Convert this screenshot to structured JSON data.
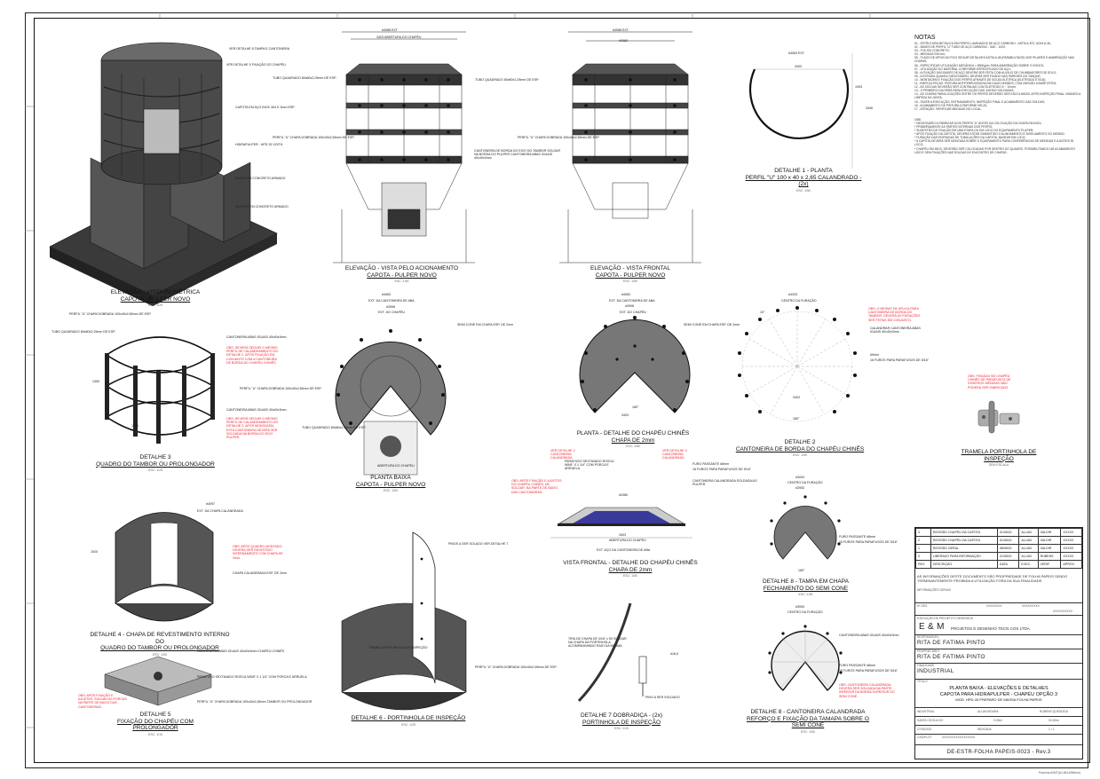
{
  "drawings": {
    "iso": {
      "title": "ELEVAÇÃO - VISTA ISOMÉTRICA",
      "subtitle": "CAPOTA - PULPER NOVO",
      "scale": "ESC: 1/25"
    },
    "elev_acion": {
      "title": "ELEVAÇÃO - VISTA PELO ACIONAMENTO",
      "subtitle": "CAPOTA - PULPER NOVO",
      "scale": "ESC: 1/50"
    },
    "elev_frontal": {
      "title": "ELEVAÇÃO - VISTA FRONTAL",
      "subtitle": "CAPOTA - PULPER NOVO",
      "scale": "ESC: 1/50"
    },
    "det1": {
      "title": "DETALHE 1 - PLANTA",
      "subtitle": "PERFIL \"U\" 100 x 40 x 2,65 CALANDRADO - (2x)",
      "scale": "ESC: 1/50"
    },
    "det3": {
      "title": "DETALHE 3",
      "subtitle": "QUADRO DO TAMBOR OU PROLONGADOR",
      "scale": "ESC: 1/25"
    },
    "planta_baixa": {
      "title": "PLANTA BAIXA",
      "subtitle": "CAPOTA - PULPER NOVO",
      "scale": "ESC: 1/50"
    },
    "planta_chapeu": {
      "title": "PLANTA - DETALHE DO CHAPÉU CHINÊS",
      "subtitle": "CHAPA DE 2mm",
      "scale": "ESC: 1/50"
    },
    "det2": {
      "title": "DETALHE 2",
      "subtitle": "CANTONEIRA DE BORDA DO CHAPÉU CHINÊS",
      "scale": "ESC: 1/50"
    },
    "tramela": {
      "title": "TRAMELA PORTINHOLA DE INSPEÇÃO",
      "scale": "SEM ESCALA"
    },
    "vista_frontal_chapeu": {
      "title": "VISTA FRONTAL - DETALHE DO CHAPÉU CHINÊS",
      "subtitle": "CHAPA DE 2mm",
      "scale": "ESC: 1/50"
    },
    "det4": {
      "title": "DETALHE 4 - CHAPA DE REVESTIMENTO INTERNO DO",
      "subtitle": "QUADRO DO TAMBOR OU PROLONGADOR",
      "scale": "ESC: 1/50"
    },
    "det5": {
      "title": "DETALHE 5",
      "subtitle": "FIXAÇÃO DO CHAPÉU COM PROLONGADOR",
      "scale": "ESC: 1/10"
    },
    "det6": {
      "title": "DETALHE 6 - PORTINHOLA DE INSPEÇÃO",
      "scale": "ESC: 1/25"
    },
    "det7": {
      "title": "DETALHE 7 DOBRADIÇA - (2x)",
      "subtitle": "PORTINHOLA DE INSPEÇÃO",
      "scale": "ESC: 1/10"
    },
    "det8_tampa": {
      "title": "DETALHE 8 - TAMPA EM CHAPA",
      "subtitle": "FECHAMENTO DO SEMI CONE",
      "scale": "ESC: 1/50"
    },
    "det8_cant": {
      "title": "DETALHE 8 - CANTONEIRA CALANDRADA",
      "subtitle": "REFORÇO E FIXAÇÃO DA TAMAPA SOBRE O SEMI CONE",
      "scale": "ESC: 1/50"
    }
  },
  "labels": {
    "iso": [
      "VER DETALHE 8 TAMPA E CANTONEIRA",
      "VER DETALHE 5 FIXAÇÃO DO CHAPÉU",
      "CAPOTA EM AÇO INOX 304 E 3mm ESP.",
      "HIDRAPULPER - HPD 33 VOITH",
      "BASES EM CONCRETO ARMADO",
      "PILARES EM CONCRETO ARMADO"
    ],
    "elev": [
      "TUBO QUADRADO 80x80x2,25mm DE ESP.",
      "PERFIL \"U\" CHAPA DOBRADA 100x40x2,65mm DE ESP.",
      "CANTONEIRA DE BORDA DO EIXO DO TAMBOR SOLDAR NA BORDA DO PULPER CANTONEIRA ABAS IGUAIS 40x40x3mm",
      "#4088 EXT",
      "3403 ABERTURA DO CHAPÉU",
      "#4088 EXT.",
      "#3080",
      "#4063 EXT.",
      "3403",
      "2546",
      "1993"
    ],
    "det3": [
      "PERFIL \"U\" CHAPA DOBRADA 100x40x2,65mm DE ESP.",
      "TUBO QUADRADO 80x80x2,25mm DE ESP.",
      "CANTONEIRA ABAS IGUAIS 40x40x3mm",
      "PERFIL \"U\" CHAPA DOBRADA 100x40x2,65mm DE ESP.",
      "CANTONEIRA ABAS IGUAIS 40x40x3mm",
      "1450",
      "1000"
    ],
    "planta": [
      "#4063",
      "EXT. DA CANTONEIRA DE ABA",
      "#3996",
      "EXT. DO CHAPÉU",
      "SEMI CONE EM CHAPA ESP. DE 2mm",
      "TUBO QUADRADO 80x80x2,25mm DE ESP.",
      "ABERTURA DO CHAPÉU",
      "3403",
      "180°",
      "90°"
    ],
    "det2": [
      "#4333",
      "CENTRO DA FURAÇÃO",
      "CALANDRAR CANTONEIRA ABAS IGUAIS 40x40x3mm",
      "#9mm",
      "16 FUROS PARA PARAFUSOS DE 5/16\"",
      "3403",
      "10°",
      "180°"
    ],
    "vfrontal": [
      "PARAFUSO SEXTAVADO ROSCA W5/8\" X 1 1/4\" COM PORCA E ARRUELA",
      "FURO PASSANTE #8mm",
      "16 FUROS PARA PARAFUSOS DE 5/16\"",
      "CANTONEIRA CALANDRADA SOLDADA AO PULPER",
      "#2080",
      "3403",
      "ABERTURA DO CHAPÉU",
      "EXT. AÇO DA CANTONEIRA DE ABA"
    ],
    "det4": [
      "CHAPA CALANDRADA ESP. DE 2mm",
      "#4097",
      "EXT. DA CHAPA CALANDRADA",
      "1920"
    ],
    "det5": [
      "CANTONEIRA ABAS IGUAIS 40x40x3mm CHAPÉU CHINÊS",
      "PARAFUSO SEXTAVADO ROSCA W5/8\" X 1 1/4\" COM PORCA E ARRUELA",
      "PERFIL \"U\" CHAPA DOBRADA 100x40x2,65mm TAMBOR OU PROLONGADOR"
    ],
    "det6": [
      "PINOS A SER SOLADO VER DETALHE 7",
      "TRAMELA PORTINHOLA DE INSPEÇÃO",
      "PERFIL \"U\" CHAPA DOBRADA 100x40x2,65mm DE ESP."
    ],
    "det7": [
      "TIRA DE CHAPA DE 3/16\" x 50 SOLDAR NA CHAPA DA PORTINHOLA ACOMPANHANDO RAIO DA MESMA",
      "PINO A SER SOLDADO",
      "#16,5"
    ],
    "det8": [
      "#3000",
      "CENTRO DA FURAÇÃO",
      "#3953",
      "FURO PASSANTE #8mm",
      "15 FUROS PARA PARAFUSOS DE 5/16\"",
      "CANTONEIRA ABAS IGUAIS 40x40x3mm",
      "180°"
    ]
  },
  "red_notes": [
    "OBS: DEVERÁ SEGUIR O MESMO PERFIL DE CALANDRAMENTO DO DETALHE 2. APÓS FIXAÇÃO EM CONJUNTO COM A CANTONEIRA DE BORDA DO CHAPÉU CHINÊS.",
    "OBS: DEVERÁ SEGUIR O MESMO PERFIL DE CALANDRAMENTO DO DETALHE 2. APÓS MONTAGEM, ESTA CANTONEIRA DEVERÁ SER SOLDADA NA BORDA DO EIXO PULPER.",
    "OBS: O MESMO DE APLICA PARA CANTONEIRA DE BORDA DO TAMBOR. DEVERÁ AS FURAÇÕES SER FEITAS EM CONJUNTO.",
    "OBS: FIXADAS NO CHAPÉU CHINÊS DE PARAFUSOS DE DIVERSOS MEDIDAS NÃO PODERÁ SER FABRICADO.",
    "VER DETALHE 2 CANTONEIRA CALANDRADA",
    "VER DETALHE 3 CANTONEIRA CALANDRADA",
    "OBS: APÓS FIXAÇÃO E AJUSTES DO CHAPÉU CHINÊS, DE SOLDAR, NA PARTE DE BAIXO DAS CANTONEIRAS.",
    "OBS: APÓS QUADRO MONTADO, DEVERÁ SER REVESTIDO INTERNAMENTE COM CHAPA DE 2mm.",
    "OBS: APÓS FIXAÇÃO E AJUSTES, SOLDAR AS PORCAS NA PARTE DE BAIXO DAS CANTONEIRAS.",
    "OBS: CANTONEIRA CALANDRADA, DEVERÁ SER SOLDADA NA PARTE INFERIOR DA BORDA SUPERIOR DO SEMI CONE."
  ],
  "notes": {
    "heading": "NOTAS",
    "items": [
      "01 - ESTRUTURA METÁLICA EM PERFIS LAMINADOS DE AÇO CARBONO - ASTM A-572, ACIM A-36;",
      "02 - BASES DE PERFIL \"U\" TUBO DE AÇO CARBONO - SAE - 1020;",
      "03 - FCK EM CONCRETO;",
      "04 - MEDIDAS EM mm;",
      "05 - FLAGS DE APOIO AO FIXO SEGUIR DETALHES ASTM A-36 (PARABULTAGE) NOS PILARES E AMARRAÇÃO NAS CHAPAS;",
      "06 - ESPECIFICAR UTILIZAÇÃO MECÂNICA = 550Kg/m² PARA AMARRAÇÃO SOBRE O SHOCK;",
      "07 - UTILIZAÇÃO DO MATERIAL CONFORME ESPECIFICADO DE AÇO;",
      "08 - A FIXAÇÃO DAS BASES DE AÇO DEVERÁ SER FEITA COM AUXÍLIO DE CHUMBADORES DE SOLO;",
      "09 - A ESTADIA QUANDO NECESSÁRIO, DEVERÁ SER FIXADO NAS PAREDES DO TANQUE;",
      "10 - MONTAGEM E FIXAÇÃO DOS PERFIS ATRAVÉS DE SOLDA ELÉTRICA (ELETRODO E7018);",
      "11 - EMPEÇA PEÇAS, PINTURA ANTIFERRUGINOSA EM DUAS DEMÃOS, COM ZARCÃO A BASE EPÓXI;",
      "12 - AS SOLDAS DEVERÃO SER CONTÍNUAS COM ELETRODO 6 ~ 10mm;",
      "13 - O PRIMEIRO DIA SERÁ PARA EXECUÇÃO DAS JUNTAS SOLDADAS;",
      "14 - AS CHAPAS PARA LIGAÇÕES ENTRE OS PERFIS DEVERÃO SER ESCOLHIDAS, APÓS INSPEÇÃO FINAL VISANDO A LIMPEZA DA JUNTA;",
      "15 - FAZER A EXECUÇÃO, ENTRAVAMENTO, INSPEÇÃO FINAL E ACABAMENTO DAS SOLDAS;",
      "16 - ACABAMENTO DE PINTURA CONFORME NR-26;",
      "17 - ATENÇÃO: VERIFICAR MEDIDAS NO LOCAL."
    ],
    "obs_heading": "OBS:",
    "obs": [
      "* NECESSÁRIO A FABRICAR DOIS PERFIS \"U\" ANTES DA COLOCAÇÃO DA CHAPA EM INOX;",
      "* PRIMEIRAMENTE AS PARTES INTERNAS DOS PERFIS;",
      "* SUGESTÃO DE FIXAÇÃO EM UMA ETAPA OU EM LOCO DO EQUIPAMENTO PULPER;",
      "* APÓS FIXAÇÃO DA CAPOTA, DEVERÁ ESTAR GARANTIDO O ALINHAMENTO E NIVELAMENTO DO MESMO;",
      "* FURAÇÃO DAS ENTRADAS DE TUBULAÇÕES DA CAPOTA, BASEAR EM LOCO;",
      "* A CAPOTA DEVERÁ SER MONTADA SOBRE O EQUIPAMENTO PARA CONFERÊNCIAS DE MEDIDAS E AJUSTES IN LOCO;",
      "* CHAPÉU EM INOX, DEVERÃO SER COLOCADAS POR DENTRO DO QUADRO, POSSIBILITANDO UM ACABAMENTO LISO E SEM FIXAÇÕES NAS SOLDAS DO ENCONTRO DE CHAPAS."
    ]
  },
  "revisions": {
    "rows": [
      [
        "3",
        "REVISÃO CHAPÉU DA CAPOTA",
        "01/06/21",
        "ALLAN",
        "VALDIR",
        "XXXXX"
      ],
      [
        "2",
        "REVISÃO CHAPÉU DA CAPOTA",
        "01/06/21",
        "ALLAN",
        "VALDIR",
        "XXXXX"
      ],
      [
        "1",
        "REVISÃO GERAL",
        "08/06/21",
        "ALLAN",
        "VALDIR",
        "XXXXX"
      ],
      [
        "0",
        "LIBERADO PARA INFORMAÇÃO",
        "21/05/21",
        "ALLAN",
        "RUBENS",
        "XXXXX"
      ]
    ],
    "header": [
      "REV.",
      "DESCRIÇÃO",
      "DATA",
      "EXEC.",
      "VERIF.",
      "APROV."
    ]
  },
  "titleblock": {
    "disclaimer": "AS INFORMAÇÕES DESTE DOCUMENTO SÃO PROPRIEDADE DE FOLHA PAPEIS SENDO TERMINANTEMENTE PROIBIDA A UTILIZAÇÃO FORA DA SUA FINALIDADE.",
    "info_geral": "INFORMAÇÕES GERAIS",
    "fields_small": [
      "Nº DES",
      "XXXXXXXX",
      "XXXXXXXXX",
      "XXXXXXXXXX"
    ],
    "execucao_label": "EXECUÇÃO DE PROJETO E DESENHOS",
    "company_logo": "E & M",
    "company_name": "PROJETOS E DESENHO TECN COS LTDA.",
    "responsavel_label": "RESPONSÁVEL",
    "responsavel": "RITA DE FATIMA PINTO",
    "proprietario_label": "PROPRIETÁRIO",
    "proprietario": "RITA DE FATIMA PINTO",
    "finalidade_label": "FINALIDADE",
    "finalidade": "INDUSTRIAL",
    "titulo_label": "TÍTULO",
    "titulo1": "PLANTA BAIXA - ELEVAÇÕES E DETALHES",
    "titulo2": "CAPOTA PARA HIDRAPULPER - CHAPÉU OPÇÃO 3",
    "titulo3": "MOD. HPD-33 PREPARO DE MASSA FOLHA PAPEIS",
    "proj": "INDUSTRIAL",
    "exec": "ALLAN MOURA",
    "verif": "RUBENS QUEDDIDA",
    "local": "SANTA CECÍLIA SC",
    "area_terreno": "0,00m²",
    "area_construida": "00,00m²",
    "data": "27/03/2021",
    "escala": "INDICADA",
    "folha": "1 / 1",
    "cad_label": "CAD/PLOT",
    "cad_value": "XXXXXXXXXXXXXXXXX",
    "drawing_number": "DE-ESTR-FOLHA PAPEIS-0023 - Rev.3",
    "bottom_note": "Prancha A0MT(A1,841x594mm)"
  }
}
